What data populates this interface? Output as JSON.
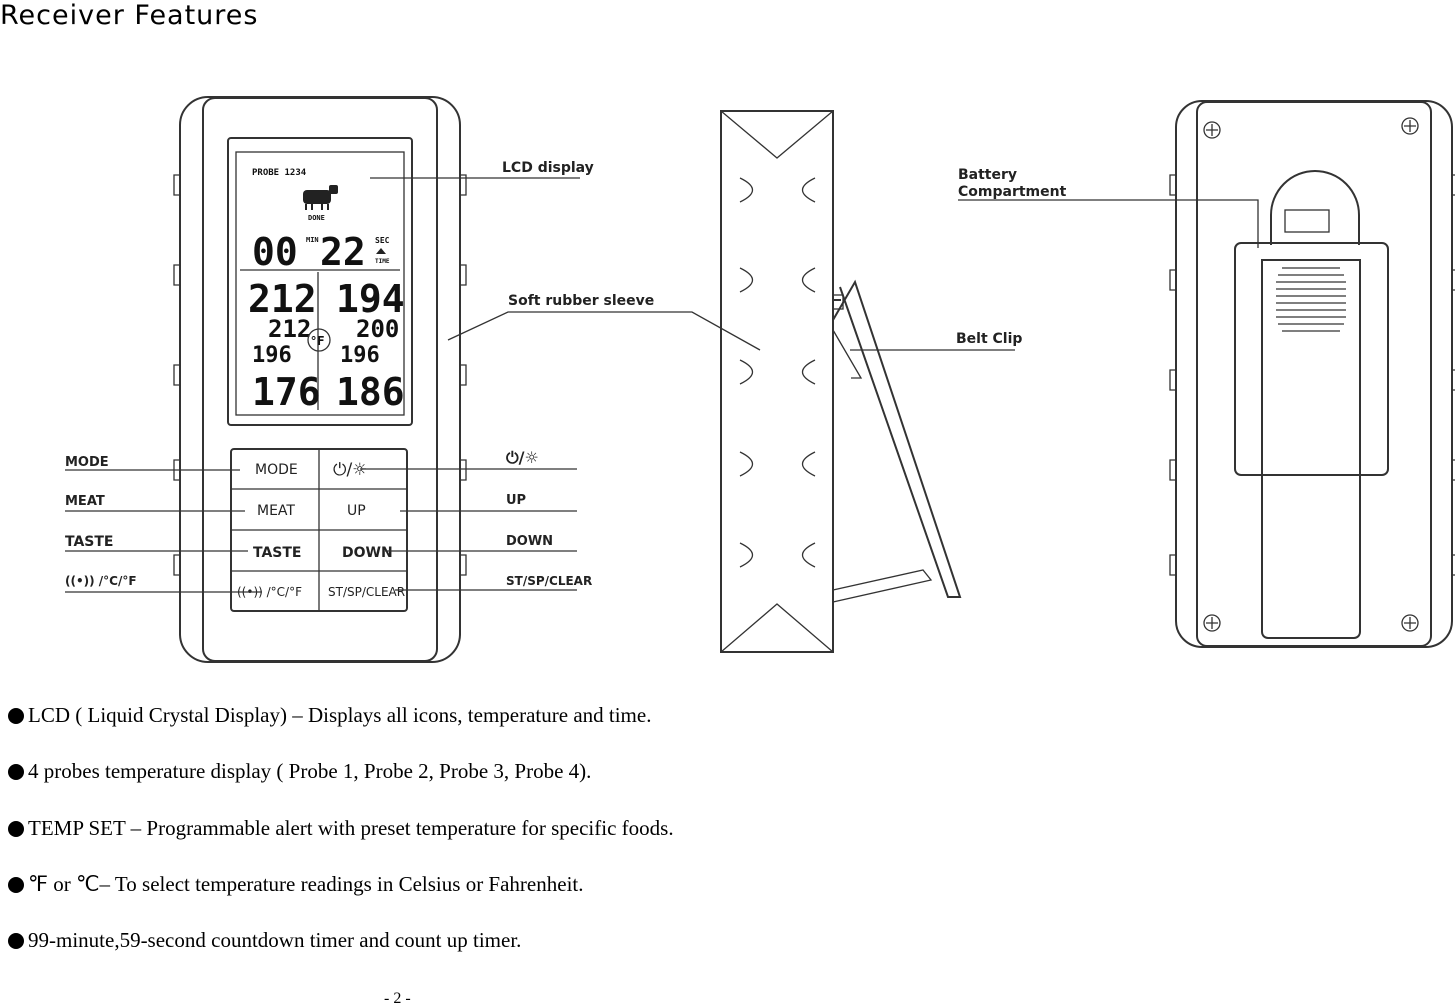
{
  "title": "Receiver Features",
  "device_front": {
    "probe_label": "PROBE 1234",
    "done_label": "DONE",
    "min_label": "MIN",
    "sec_label": "SEC",
    "time_label": "TIME",
    "timer_minutes": "00",
    "timer_seconds": "22",
    "unit": "°F",
    "temps": {
      "p1_large": "212",
      "p2_large": "194",
      "p1_set": "212",
      "p2_set": "200",
      "p1_small": "196",
      "p2_small": "196",
      "p3_large": "176",
      "p4_large": "186"
    },
    "buttons": {
      "mode": "MODE",
      "power": "⏻/☼",
      "meat": "MEAT",
      "up": "UP",
      "taste": "TASTE",
      "down": "DOWN",
      "alarm_unit": "((•)) /°C/°F",
      "st_sp_clear": "ST/SP/CLEAR"
    }
  },
  "callouts": {
    "lcd_display": "LCD display",
    "soft_rubber_sleeve": "Soft rubber sleeve",
    "mode": "MODE",
    "meat": "MEAT",
    "taste": "TASTE",
    "alarm_unit": "((•)) /°C/°F",
    "power": "⏻/☼",
    "up": "UP",
    "down": "DOWN",
    "st_sp_clear": "ST/SP/CLEAR",
    "battery_line1": "Battery",
    "battery_line2": "Compartment",
    "belt_clip": "Belt Clip"
  },
  "features": [
    "LCD ( Liquid Crystal Display) – Displays all icons, temperature and time.",
    "4 probes temperature display ( Probe 1, Probe 2, Probe 3, Probe 4).",
    "TEMP SET – Programmable alert with preset temperature for specific foods.",
    "℉  or  ℃– To select temperature readings in Celsius or Fahrenheit.",
    "99-minute,59-second countdown timer and count up timer."
  ],
  "page_number": "- 2 -"
}
